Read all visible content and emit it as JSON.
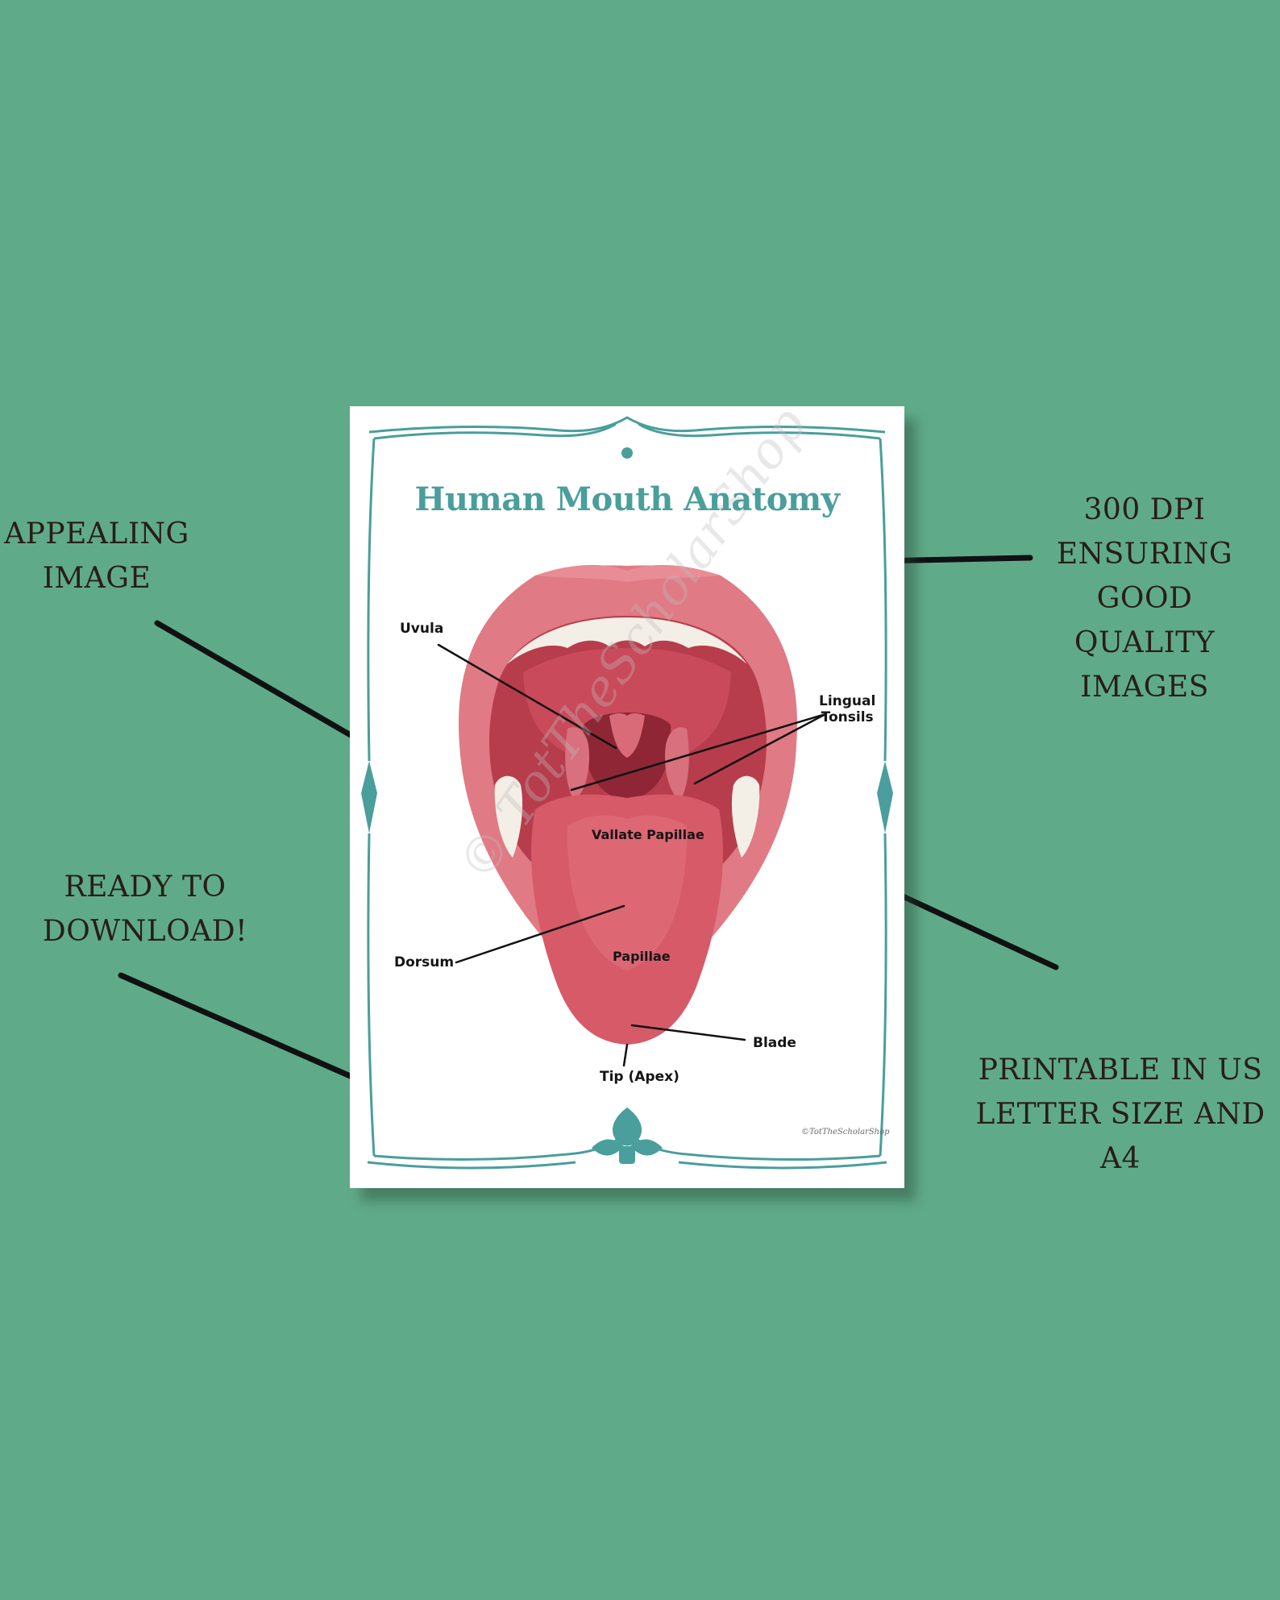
{
  "callouts": {
    "appealing": "APPEALING\nIMAGE",
    "dpi": "300 DPI\nENSURING\nGOOD\nQUALITY\nIMAGES",
    "download": "READY TO\nDOWNLOAD!",
    "printable": "PRINTABLE IN US\nLETTER SIZE AND\nA4"
  },
  "sheet": {
    "title": "Human Mouth Anatomy",
    "labels": {
      "uvula": "Uvula",
      "lingual_tonsils": "Lingual\nTonsils",
      "vallate_papillae": "Vallate Papillae",
      "dorsum": "Dorsum",
      "papillae": "Papillae",
      "blade": "Blade",
      "tip": "Tip (Apex)"
    },
    "credit": "©TotTheScholarShop",
    "watermark": "© TotTheScholarShop"
  },
  "colors": {
    "background": "#5fab89",
    "frame": "#4a9e9c",
    "lip": "#e07a84",
    "mouth_interior": "#c44655",
    "tongue": "#d65a68",
    "teeth": "#f3efe6"
  }
}
